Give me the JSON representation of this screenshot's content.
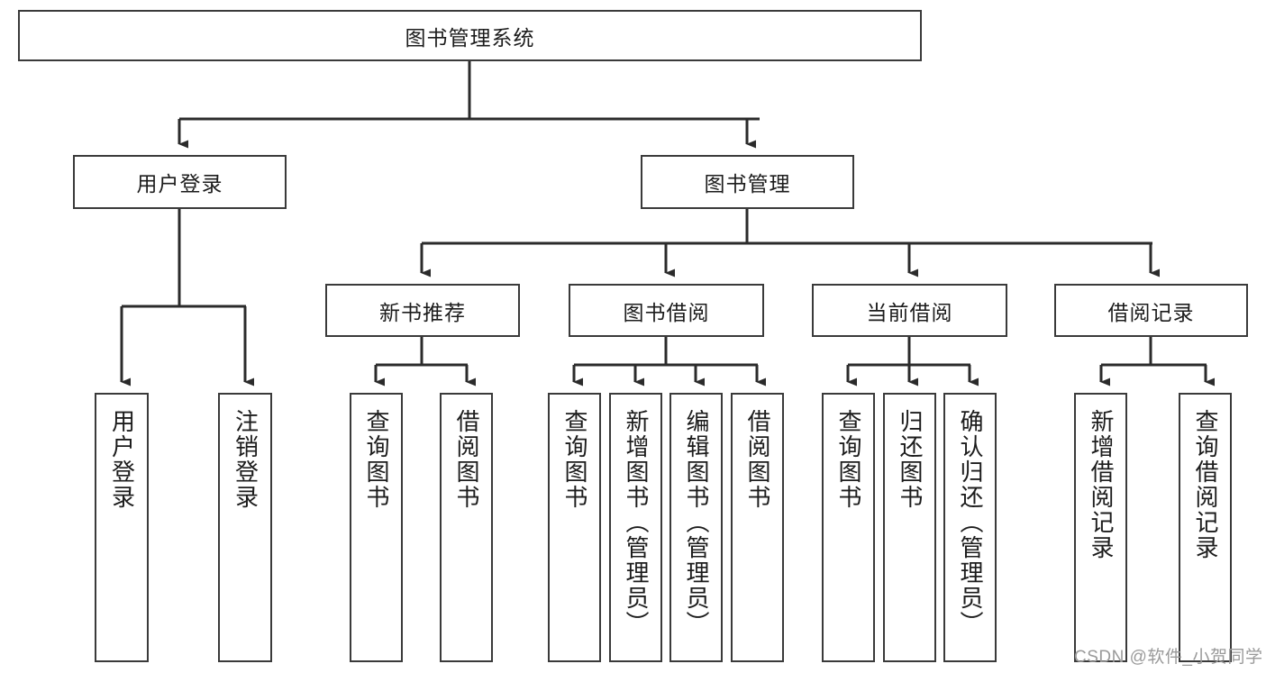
{
  "meta": {
    "title": "图书管理系统功能结构图",
    "watermark": "CSDN @软件_小贺同学",
    "colors": {
      "background": "#ffffff",
      "box_border": "#3a3a3a",
      "box_fill": "#ffffff",
      "text": "#1c1c1c",
      "edge": "#2b2b2b",
      "watermark": "#9a9a9a"
    }
  },
  "chart_data": {
    "type": "diagram",
    "diagram_type": "tree",
    "orientation": "top-down",
    "title": "图书管理系统",
    "nodes": [
      {
        "id": "root",
        "label": "图书管理系统",
        "level": 0,
        "orientation": "horizontal"
      },
      {
        "id": "login",
        "label": "用户登录",
        "level": 1,
        "orientation": "horizontal"
      },
      {
        "id": "bookmgmt",
        "label": "图书管理",
        "level": 1,
        "orientation": "horizontal"
      },
      {
        "id": "newbook",
        "label": "新书推荐",
        "level": 2,
        "orientation": "horizontal"
      },
      {
        "id": "borrow",
        "label": "图书借阅",
        "level": 2,
        "orientation": "horizontal"
      },
      {
        "id": "current",
        "label": "当前借阅",
        "level": 2,
        "orientation": "horizontal"
      },
      {
        "id": "records",
        "label": "借阅记录",
        "level": 2,
        "orientation": "horizontal"
      },
      {
        "id": "l1",
        "label": "用户登录",
        "level": 2,
        "orientation": "vertical"
      },
      {
        "id": "l2",
        "label": "注销登录",
        "level": 2,
        "orientation": "vertical"
      },
      {
        "id": "l3",
        "label": "查询图书",
        "level": 3,
        "orientation": "vertical"
      },
      {
        "id": "l4",
        "label": "借阅图书",
        "level": 3,
        "orientation": "vertical"
      },
      {
        "id": "l5",
        "label": "查询图书",
        "level": 3,
        "orientation": "vertical"
      },
      {
        "id": "l6",
        "label": "新增图书（管理员）",
        "level": 3,
        "orientation": "vertical"
      },
      {
        "id": "l7",
        "label": "编辑图书（管理员）",
        "level": 3,
        "orientation": "vertical"
      },
      {
        "id": "l8",
        "label": "借阅图书",
        "level": 3,
        "orientation": "vertical"
      },
      {
        "id": "l9",
        "label": "查询图书",
        "level": 3,
        "orientation": "vertical"
      },
      {
        "id": "l10",
        "label": "归还图书",
        "level": 3,
        "orientation": "vertical"
      },
      {
        "id": "l11",
        "label": "确认归还（管理员）",
        "level": 3,
        "orientation": "vertical"
      },
      {
        "id": "l12",
        "label": "新增借阅记录",
        "level": 3,
        "orientation": "vertical"
      },
      {
        "id": "l13",
        "label": "查询借阅记录",
        "level": 3,
        "orientation": "vertical"
      }
    ],
    "edges": [
      {
        "from": "root",
        "to": "login"
      },
      {
        "from": "root",
        "to": "bookmgmt"
      },
      {
        "from": "login",
        "to": "l1"
      },
      {
        "from": "login",
        "to": "l2"
      },
      {
        "from": "bookmgmt",
        "to": "newbook"
      },
      {
        "from": "bookmgmt",
        "to": "borrow"
      },
      {
        "from": "bookmgmt",
        "to": "current"
      },
      {
        "from": "bookmgmt",
        "to": "records"
      },
      {
        "from": "newbook",
        "to": "l3"
      },
      {
        "from": "newbook",
        "to": "l4"
      },
      {
        "from": "borrow",
        "to": "l5"
      },
      {
        "from": "borrow",
        "to": "l6"
      },
      {
        "from": "borrow",
        "to": "l7"
      },
      {
        "from": "borrow",
        "to": "l8"
      },
      {
        "from": "current",
        "to": "l9"
      },
      {
        "from": "current",
        "to": "l10"
      },
      {
        "from": "current",
        "to": "l11"
      },
      {
        "from": "records",
        "to": "l12"
      },
      {
        "from": "records",
        "to": "l13"
      }
    ]
  },
  "nodes": {
    "root": {
      "label": "图书管理系统"
    },
    "login": {
      "label": "用户登录"
    },
    "bookmgmt": {
      "label": "图书管理"
    },
    "newbook": {
      "label": "新书推荐"
    },
    "borrow": {
      "label": "图书借阅"
    },
    "current": {
      "label": "当前借阅"
    },
    "records": {
      "label": "借阅记录"
    },
    "l1": {
      "label": "用户登录"
    },
    "l2": {
      "label": "注销登录"
    },
    "l3": {
      "label": "查询图书"
    },
    "l4": {
      "label": "借阅图书"
    },
    "l5": {
      "label": "查询图书"
    },
    "l6": {
      "label": "新增图书（管理员）"
    },
    "l7": {
      "label": "编辑图书（管理员）"
    },
    "l8": {
      "label": "借阅图书"
    },
    "l9": {
      "label": "查询图书"
    },
    "l10": {
      "label": "归还图书"
    },
    "l11": {
      "label": "确认归还（管理员）"
    },
    "l12": {
      "label": "新增借阅记录"
    },
    "l13": {
      "label": "查询借阅记录"
    }
  }
}
